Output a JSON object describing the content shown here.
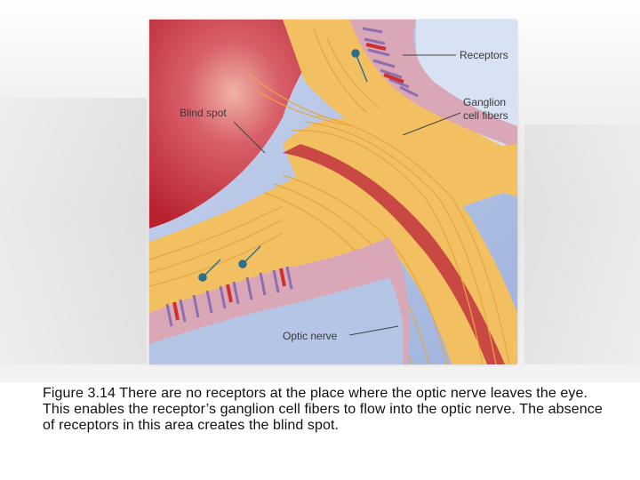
{
  "figure": {
    "labels": {
      "blind_spot": "Blind spot",
      "receptors": "Receptors",
      "ganglion_line1": "Ganglion",
      "ganglion_line2": "cell fibers",
      "optic_nerve": "Optic nerve"
    },
    "colors": {
      "blood_red": "#c2323f",
      "fiber_yellow": "#f3c061",
      "fiber_stroke": "#e6a542",
      "receptor_pink": "#d89a8c",
      "receptor_purple": "#8b6fb0",
      "receptor_red": "#cf2f2f",
      "background_blue": "#b4c5e5",
      "ganglion_teal": "#2d6f8a"
    }
  },
  "caption": {
    "text": "Figure 3.14  There are no receptors at the place where the optic nerve leaves the eye. This enables the receptor’s ganglion cell fibers to flow into the optic nerve. The absence of receptors in this area creates the blind spot."
  }
}
